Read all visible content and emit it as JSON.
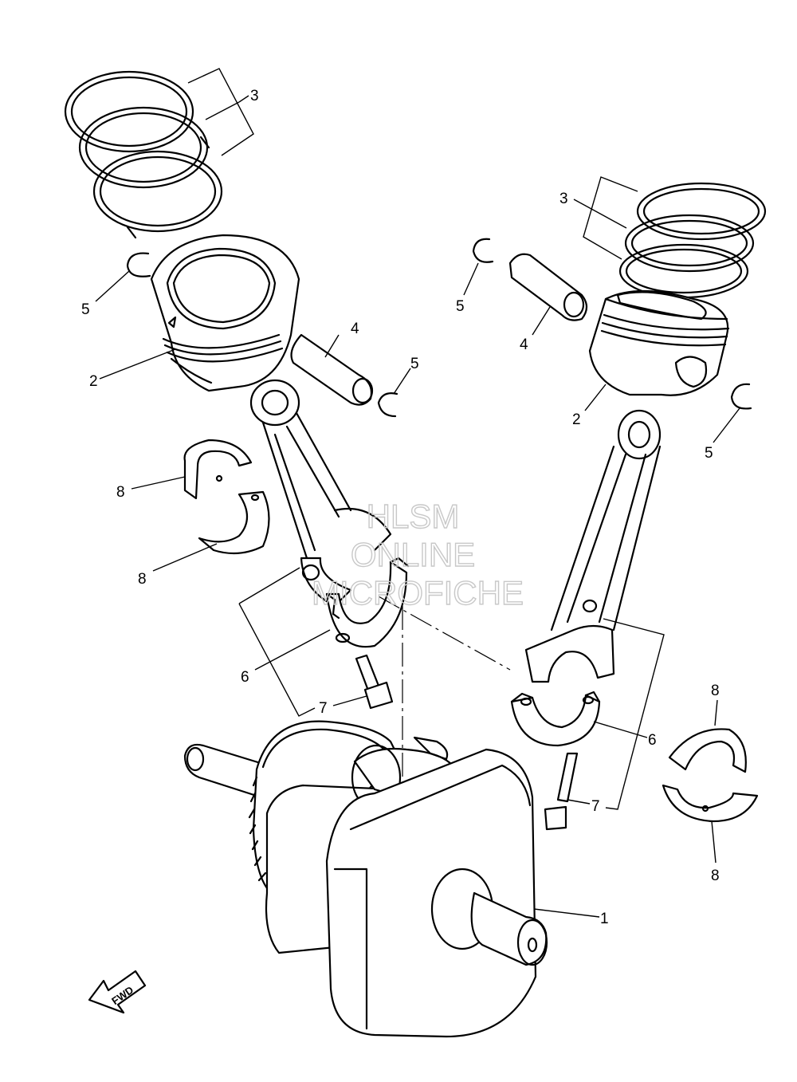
{
  "callouts": {
    "c1": "1",
    "c2a": "2",
    "c2b": "2",
    "c3a": "3",
    "c3b": "3",
    "c4a": "4",
    "c4b": "4",
    "c5a": "5",
    "c5b": "5",
    "c5c": "5",
    "c5d": "5",
    "c6a": "6",
    "c6b": "6",
    "c7a": "7",
    "c7b": "7",
    "c8a": "8",
    "c8b": "8",
    "c8c": "8",
    "c8d": "8"
  },
  "watermark": {
    "line1": "HLSM",
    "line2": "ONLINE",
    "line3": "MICROFICHE"
  },
  "fwd_label": "FWD",
  "parts": [
    {
      "id": "crankshaft",
      "icon": "crankshaft-icon"
    },
    {
      "id": "piston",
      "icon": "piston-icon"
    },
    {
      "id": "piston-ring-set",
      "icon": "piston-ring-icon"
    },
    {
      "id": "piston-pin",
      "icon": "piston-pin-icon"
    },
    {
      "id": "piston-pin-clip",
      "icon": "circlip-icon"
    },
    {
      "id": "connecting-rod",
      "icon": "connecting-rod-icon"
    },
    {
      "id": "bolt",
      "icon": "bolt-icon"
    },
    {
      "id": "bearing",
      "icon": "bearing-icon"
    }
  ]
}
